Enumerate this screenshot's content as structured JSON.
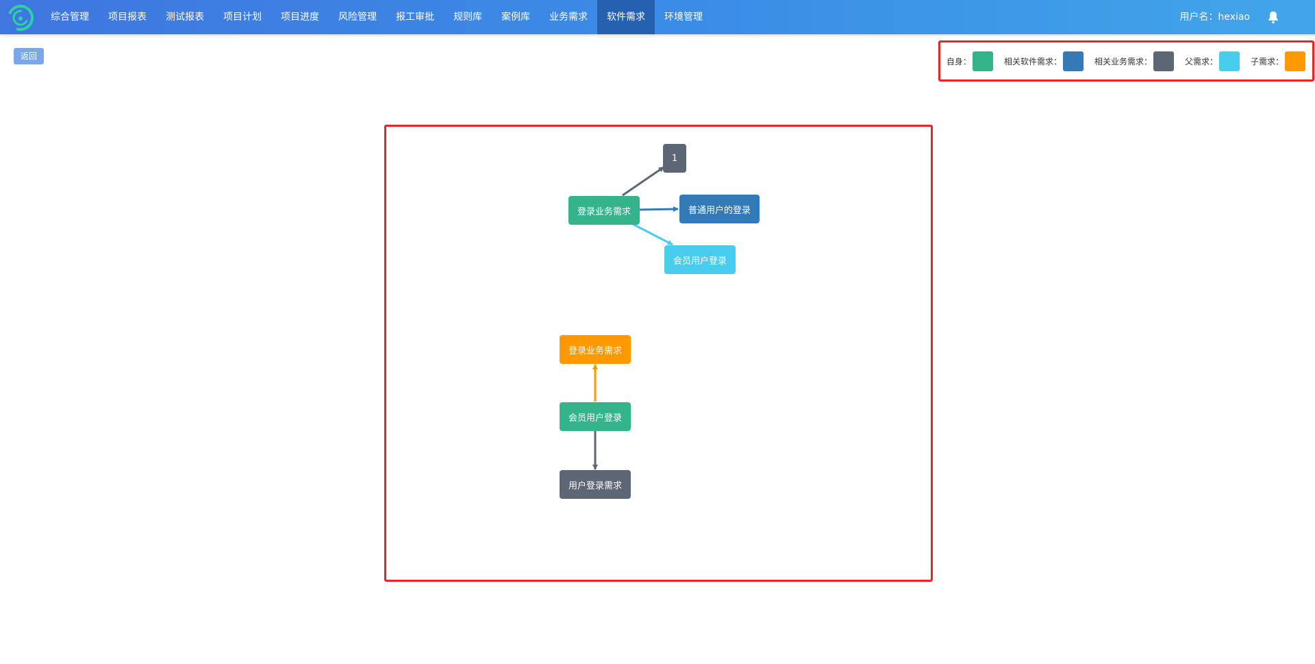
{
  "colors": {
    "self": "#35b48c",
    "related_software": "#337ab7",
    "related_business": "#5d6674",
    "parent": "#48cdef",
    "child": "#ff9900",
    "active_nav": "#2661b0"
  },
  "nav": {
    "items": [
      {
        "label": "综合管理"
      },
      {
        "label": "项目报表"
      },
      {
        "label": "测试报表"
      },
      {
        "label": "项目计划"
      },
      {
        "label": "项目进度"
      },
      {
        "label": "风险管理"
      },
      {
        "label": "报工审批"
      },
      {
        "label": "规则库"
      },
      {
        "label": "案例库"
      },
      {
        "label": "业务需求"
      },
      {
        "label": "软件需求",
        "active": true
      },
      {
        "label": "环境管理"
      }
    ]
  },
  "user": {
    "label": "用户名：hexiao",
    "bell_icon": "bell-icon"
  },
  "back_button": {
    "label": "返回"
  },
  "legend": {
    "items": [
      {
        "label": "自身：",
        "color": "#35b48c"
      },
      {
        "label": "相关软件需求：",
        "color": "#337ab7"
      },
      {
        "label": "相关业务需求：",
        "color": "#5d6674"
      },
      {
        "label": "父需求：",
        "color": "#48cdef"
      },
      {
        "label": "子需求：",
        "color": "#ff9900"
      }
    ]
  },
  "graph": {
    "nodes": {
      "n1": {
        "label": "1",
        "kind": "related_business"
      },
      "n2": {
        "label": "登录业务需求",
        "kind": "self"
      },
      "n3": {
        "label": "普通用户的登录",
        "kind": "related_software"
      },
      "n4": {
        "label": "会员用户登录",
        "kind": "parent"
      },
      "n5": {
        "label": "登录业务需求",
        "kind": "child"
      },
      "n6": {
        "label": "会员用户登录",
        "kind": "self"
      },
      "n7": {
        "label": "用户登录需求",
        "kind": "related_business"
      }
    }
  }
}
